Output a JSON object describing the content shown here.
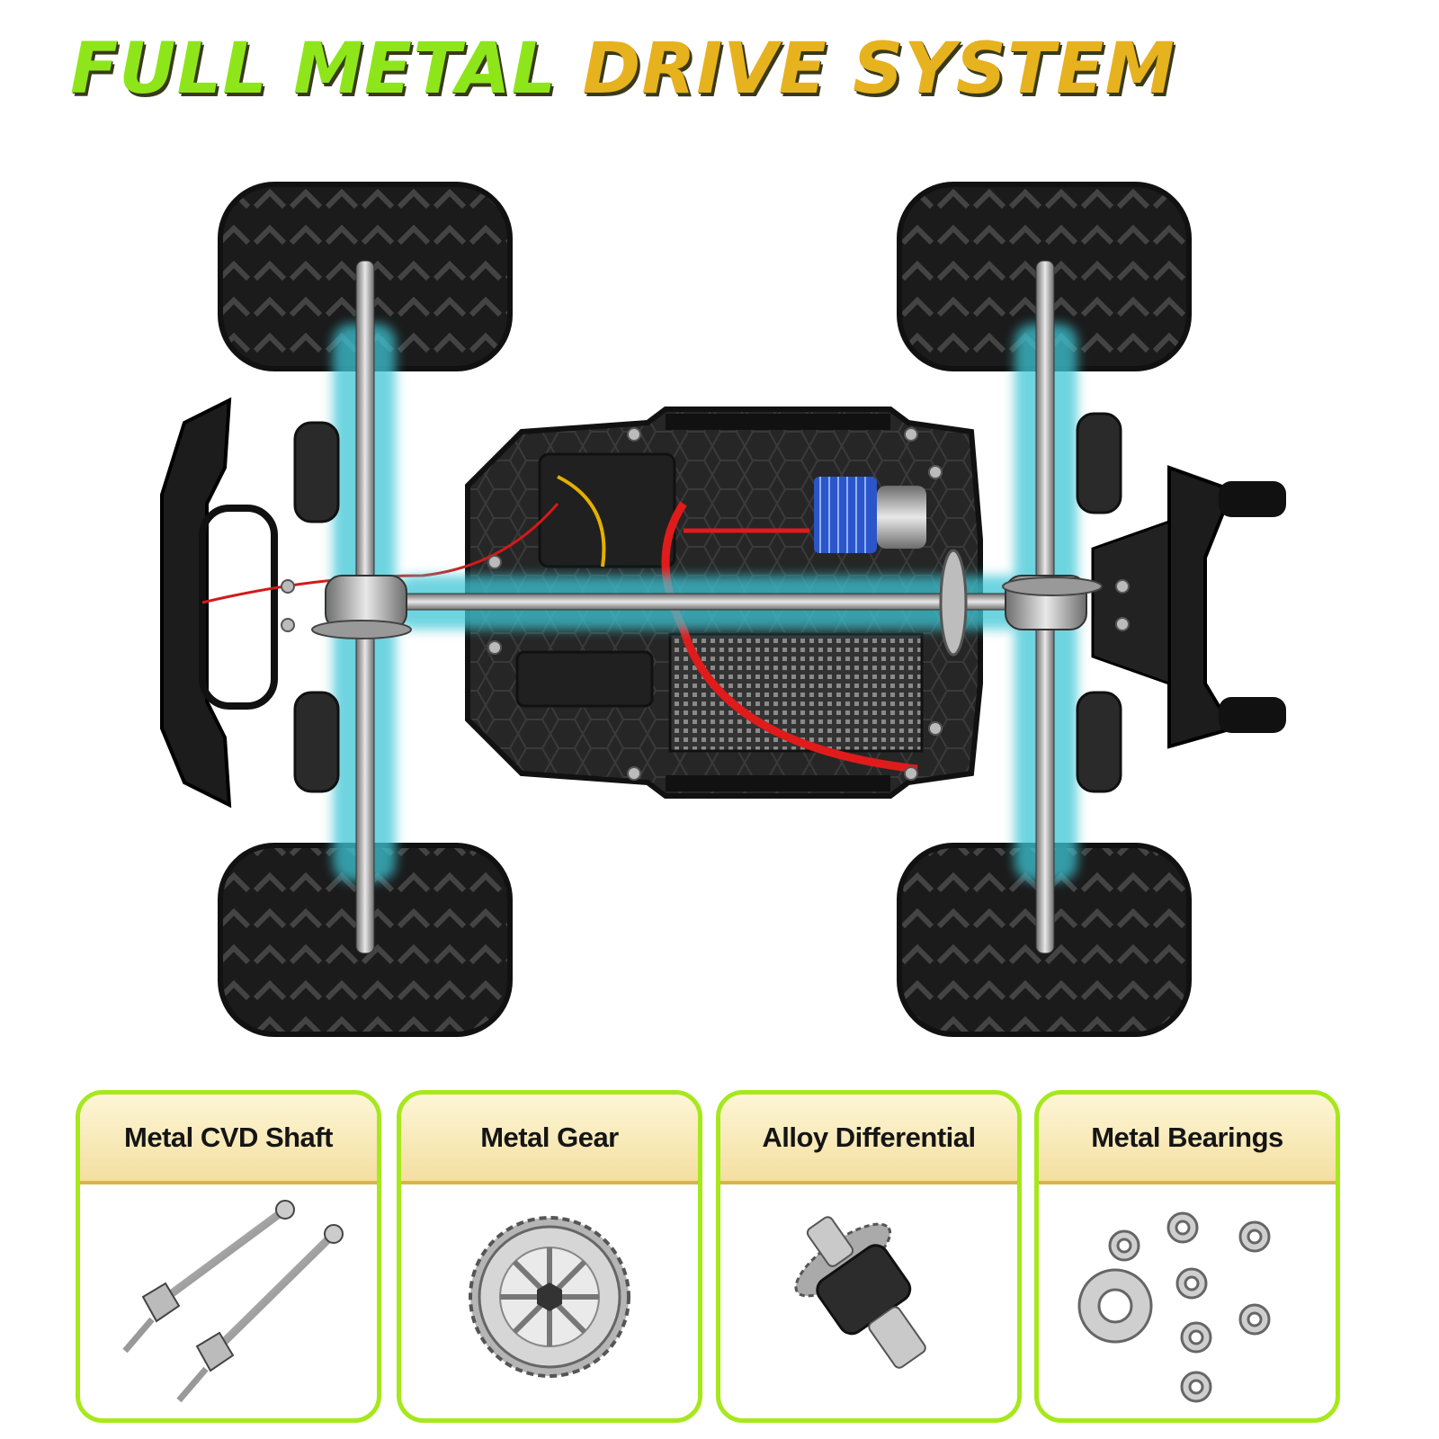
{
  "headline": {
    "part1": "FULL METAL ",
    "part2": "DRIVE SYSTEM"
  },
  "features": [
    {
      "label": "Metal CVD Shaft",
      "icon": "cvd-shaft-icon"
    },
    {
      "label": "Metal Gear",
      "icon": "spur-gear-icon"
    },
    {
      "label": "Alloy Differential",
      "icon": "differential-icon"
    },
    {
      "label": "Metal Bearings",
      "icon": "bearings-icon"
    }
  ],
  "colors": {
    "green": "#8ee61a",
    "gold": "#e6b21e",
    "card_border": "#a6e81c",
    "glow": "#3ec6d6"
  }
}
